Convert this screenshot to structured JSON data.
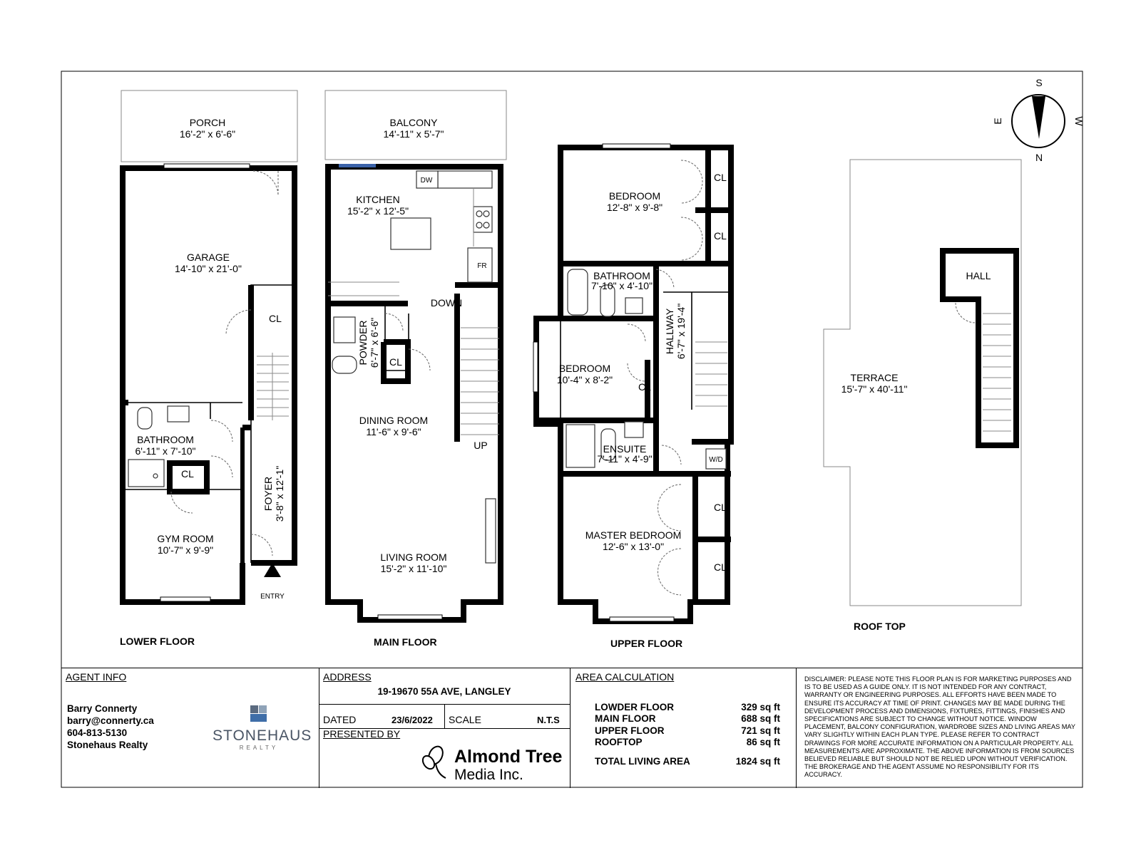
{
  "rooms": {
    "porch": {
      "name": "PORCH",
      "dim": "16'-2\" x 6'-6\""
    },
    "garage": {
      "name": "GARAGE",
      "dim": "14'-10\" x 21'-0\""
    },
    "cl_lower": "CL",
    "bathroom_lower": {
      "name": "BATHROOM",
      "dim": "6'-11\" x 7'-10\""
    },
    "cl_lower2": "CL",
    "gym": {
      "name": "GYM ROOM",
      "dim": "10'-7\" x 9'-9\""
    },
    "foyer": {
      "name": "FOYER",
      "dim": "3'-8\" x 12'-1\""
    },
    "entry": "ENTRY",
    "balcony": {
      "name": "BALCONY",
      "dim": "14'-11\" x 5'-7\""
    },
    "kitchen": {
      "name": "KITCHEN",
      "dim": "15'-2\" x 12'-5\""
    },
    "dw": "DW",
    "fr": "FR",
    "down": "DOWN",
    "powder": {
      "name": "POWDER",
      "dim": "6'-7\" x 6'-6\""
    },
    "cl_main": "CL",
    "dining": {
      "name": "DINING ROOM",
      "dim": "11'-6\" x 9'-6\""
    },
    "up": "UP",
    "living": {
      "name": "LIVING ROOM",
      "dim": "15'-2\" x 11'-10\""
    },
    "bedroom1": {
      "name": "BEDROOM",
      "dim": "12'-8\" x 9'-8\""
    },
    "cl_up1": "CL",
    "cl_up2": "CL",
    "bathroom_up": {
      "name": "BATHROOM",
      "dim": "7'-10\" x 4'-10\""
    },
    "hallway": {
      "name": "HALLWAY",
      "dim": "6'-7\" x 19'-4\""
    },
    "bedroom2": {
      "name": "BEDROOM",
      "dim": "10'-4\" x 8'-2\""
    },
    "cl_up3": "CL",
    "ensuite": {
      "name": "ENSUITE",
      "dim": "7'-11\" x 4'-9\""
    },
    "wd": "W/D",
    "master": {
      "name": "MASTER BEDROOM",
      "dim": "12'-6\" x 13'-0\""
    },
    "cl_up4": "CL",
    "cl_up5": "CL",
    "terrace": {
      "name": "TERRACE",
      "dim": "15'-7\" x 40'-11\""
    },
    "hall": "HALL"
  },
  "floors": {
    "lower": "LOWER FLOOR",
    "main": "MAIN FLOOR",
    "upper": "UPPER FLOOR",
    "roof": "ROOF TOP"
  },
  "compass": {
    "s": "S",
    "n": "N",
    "e": "E",
    "w": "W"
  },
  "agent": {
    "header": "AGENT INFO",
    "name": "Barry Connerty",
    "email": "barry@connerty.ca",
    "phone": "604-813-5130",
    "company": "Stonehaus Realty",
    "logo_word": "STONEHAUS",
    "logo_sub": "REALTY"
  },
  "address": {
    "header": "ADDRESS",
    "value": "19-19670 55A AVE, LANGLEY",
    "dated_label": "DATED",
    "dated_value": "23/6/2022",
    "scale_label": "SCALE",
    "scale_value": "N.T.S",
    "presented_label": "PRESENTED BY",
    "presenter_line1": "Almond Tree",
    "presenter_line2": "Media Inc."
  },
  "area": {
    "header": "AREA CALCULATION",
    "rows": [
      {
        "label": "LOWDER FLOOR",
        "value": "329 sq ft"
      },
      {
        "label": "MAIN FLOOR",
        "value": "688 sq ft"
      },
      {
        "label": "UPPER FLOOR",
        "value": "721 sq ft"
      },
      {
        "label": "ROOFTOP",
        "value": "86 sq ft"
      }
    ],
    "total_label": "TOTAL LIVING AREA",
    "total_value": "1824 sq ft"
  },
  "disclaimer": "DISCLAIMER: PLEASE NOTE THIS FLOOR PLAN IS FOR MARKETING PURPOSES AND IS TO BE USED AS A GUIDE ONLY. IT IS NOT INTENDED FOR ANY CONTRACT, WARRANTY OR ENGINEERING PURPOSES. ALL EFFORTS HAVE BEEN MADE TO ENSURE ITS ACCURACY AT TIME OF PRINT. CHANGES MAY BE MADE DURING THE DEVELOPMENT PROCESS AND DIMENSIONS, FIXTURES, FITTINGS, FINISHES AND SPECIFICATIONS ARE SUBJECT TO CHANGE WITHOUT NOTICE. WINDOW PLACEMENT, BALCONY CONFIGURATION, WARDROBE SIZES AND LIVING AREAS MAY VARY SLIGHTLY WITHIN EACH PLAN TYPE. PLEASE REFER TO CONTRACT DRAWINGS FOR MORE ACCURATE INFORMATION ON A PARTICULAR PROPERTY. ALL MEASUREMENTS ARE APPROXIMATE. THE ABOVE INFORMATION IS FROM SOURCES BELIEVED RELIABLE BUT SHOULD NOT BE RELIED UPON WITHOUT VERIFICATION. THE BROKERAGE AND THE AGENT ASSUME NO RESPONSIBILITY FOR ITS ACCURACY."
}
